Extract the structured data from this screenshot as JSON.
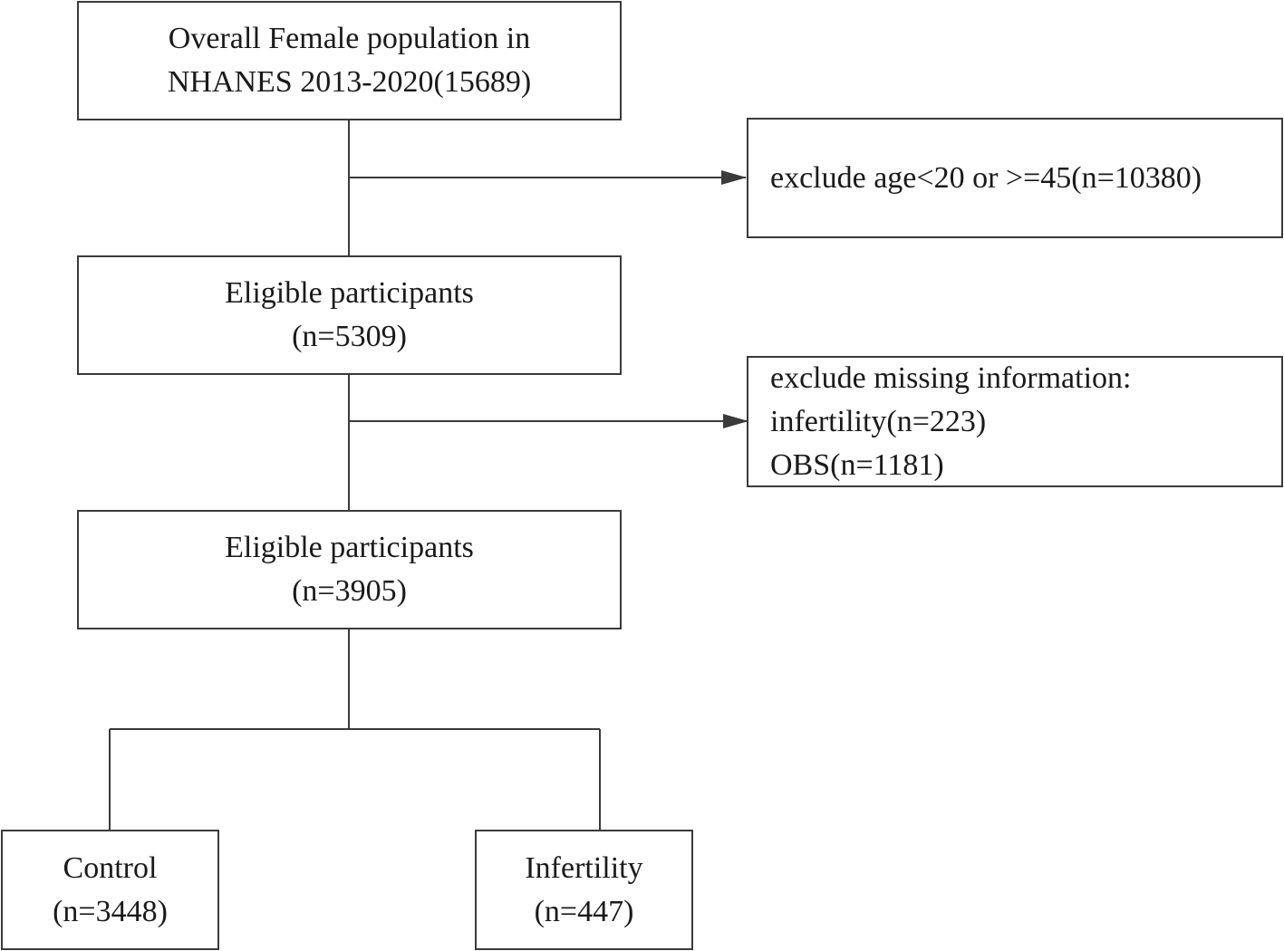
{
  "colors": {
    "stroke": "#3a3a3a",
    "text": "#1a1a1a",
    "background": "#ffffff"
  },
  "nodes": {
    "overall": {
      "lines": [
        "Overall Female population in",
        "NHANES 2013-2020(15689)"
      ]
    },
    "exclude1": {
      "lines": [
        "exclude age<20 or >=45(n=10380)"
      ]
    },
    "eligible1": {
      "lines": [
        "Eligible participants",
        "(n=5309)"
      ]
    },
    "exclude2": {
      "lines": [
        "exclude missing information:",
        "infertility(n=223)",
        "OBS(n=1181)"
      ]
    },
    "eligible2": {
      "lines": [
        "Eligible participants",
        "(n=3905)"
      ]
    },
    "control": {
      "lines": [
        "Control",
        "(n=3448)"
      ]
    },
    "infertility": {
      "lines": [
        "Infertility",
        "(n=447)"
      ]
    }
  },
  "edges": [
    {
      "from": "overall",
      "to": "eligible1",
      "type": "flow"
    },
    {
      "from": "overall",
      "to": "exclude1",
      "type": "exclusion-arrow"
    },
    {
      "from": "eligible1",
      "to": "eligible2",
      "type": "flow"
    },
    {
      "from": "eligible1",
      "to": "exclude2",
      "type": "exclusion-arrow"
    },
    {
      "from": "eligible2",
      "to": "control",
      "type": "split"
    },
    {
      "from": "eligible2",
      "to": "infertility",
      "type": "split"
    }
  ]
}
